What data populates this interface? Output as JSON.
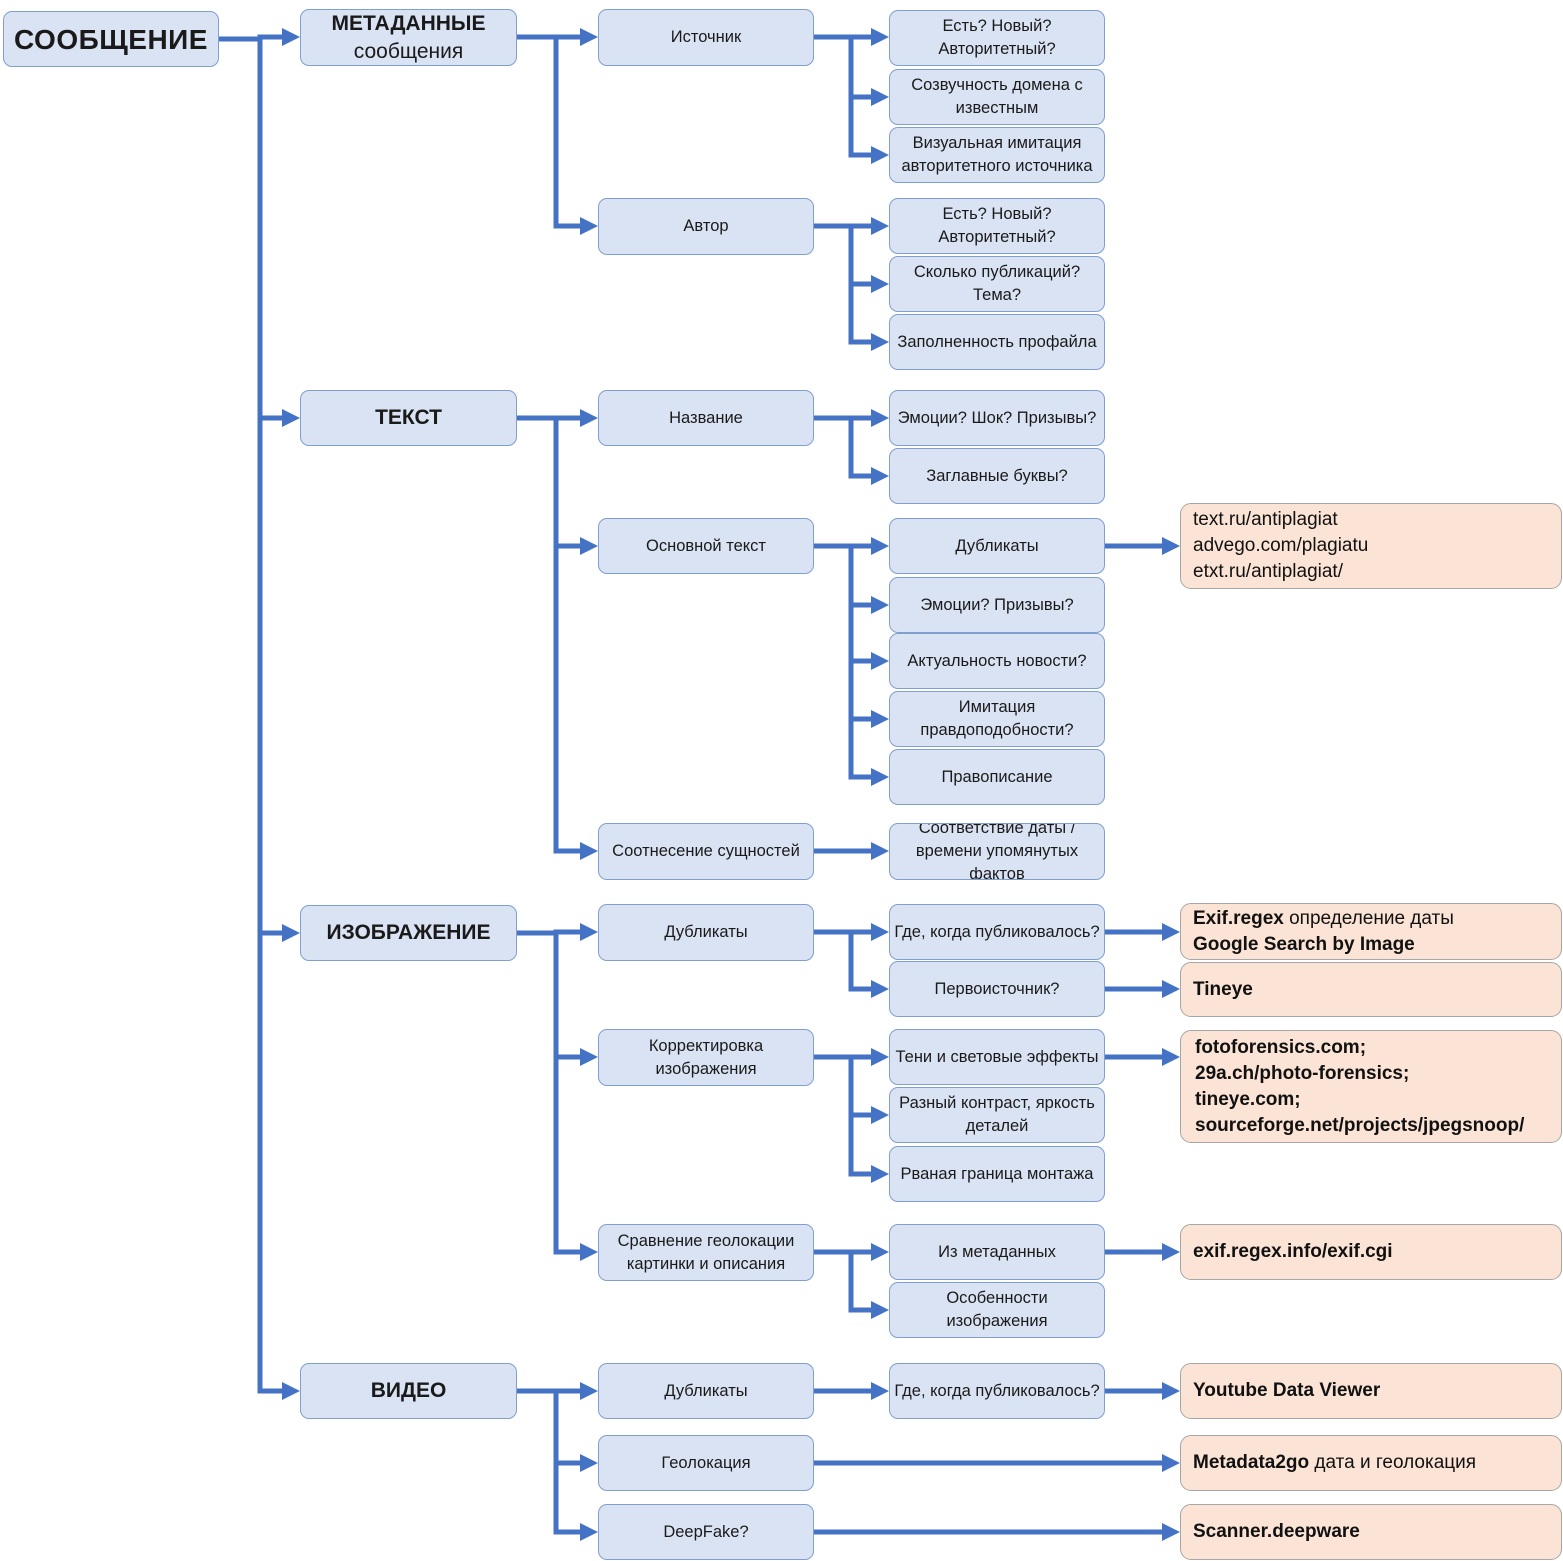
{
  "root": "СООБЩЕНИЕ",
  "categories": {
    "meta": {
      "title": "МЕТАДАННЫЕ",
      "subtitle": "сообщения"
    },
    "text": {
      "title": "ТЕКСТ"
    },
    "image": {
      "title": "ИЗОБРАЖЕНИЕ"
    },
    "video": {
      "title": "ВИДЕО"
    }
  },
  "subtopics": {
    "source": "Источник",
    "author": "Автор",
    "headline": "Название",
    "body": "Основной текст",
    "entities": "Соотнесение сущностей",
    "img_duplicates": "Дубликаты",
    "img_edit": "Корректировка изображения",
    "img_geo": "Сравнение геолокации картинки и описания",
    "vid_duplicates": "Дубликаты",
    "vid_geo": "Геолокация",
    "deepfake": "DeepFake?"
  },
  "checks": {
    "src_exists": "Есть? Новый? Авторитетный?",
    "src_domain": "Созвучность домена с известным",
    "src_visual": "Визуальная имитация авторитетного источника",
    "auth_exists": "Есть? Новый? Авторитетный?",
    "auth_pubs": "Сколько публикаций? Тема?",
    "auth_profile": "Заполненность профайла",
    "hl_emotions": "Эмоции? Шок? Призывы?",
    "hl_caps": "Заглавные буквы?",
    "body_dups": "Дубликаты",
    "body_emotions": "Эмоции? Призывы?",
    "body_relevance": "Актуальность новости?",
    "body_plausible": "Имитация правдоподобности?",
    "body_spelling": "Правописание",
    "ent_dates": "Соответствие даты / времени упомянутых фактов",
    "img_where": "Где, когда публиковалось?",
    "img_origin": "Первоисточник?",
    "img_shadows": "Тени и световые эффекты",
    "img_contrast": "Разный контраст, яркость деталей",
    "img_border": "Рваная граница монтажа",
    "geo_meta": "Из метаданных",
    "geo_features": "Особенности изображения",
    "vid_where": "Где, когда публиковалось?"
  },
  "tools": {
    "antiplagiat": [
      "text.ru/antiplagiat",
      "advego.com/plagiatu",
      "etxt.ru/antiplagiat/"
    ],
    "exif_google": {
      "bold1": "Exif.regex",
      "rest1": " определение даты",
      "bold2": "Google Search by Image"
    },
    "tineye": "Tineye",
    "forensics": [
      "fotoforensics.com;",
      "29a.ch/photo-forensics;",
      "tineye.com;",
      "sourceforge.net/projects/jpegsnoop/"
    ],
    "exif_cgi": "exif.regex.info/exif.cgi",
    "youtube": "Youtube Data Viewer",
    "metadata2go": {
      "bold": "Metadata2go",
      "rest": " дата и геолокация"
    },
    "deepware": "Scanner.deepware"
  },
  "colors": {
    "connector": "#4472c4",
    "box_fill": "#dae3f3",
    "box_border": "#7f9fcf",
    "tool_fill": "#fbe4d5",
    "tool_border": "#a6a6a6"
  }
}
